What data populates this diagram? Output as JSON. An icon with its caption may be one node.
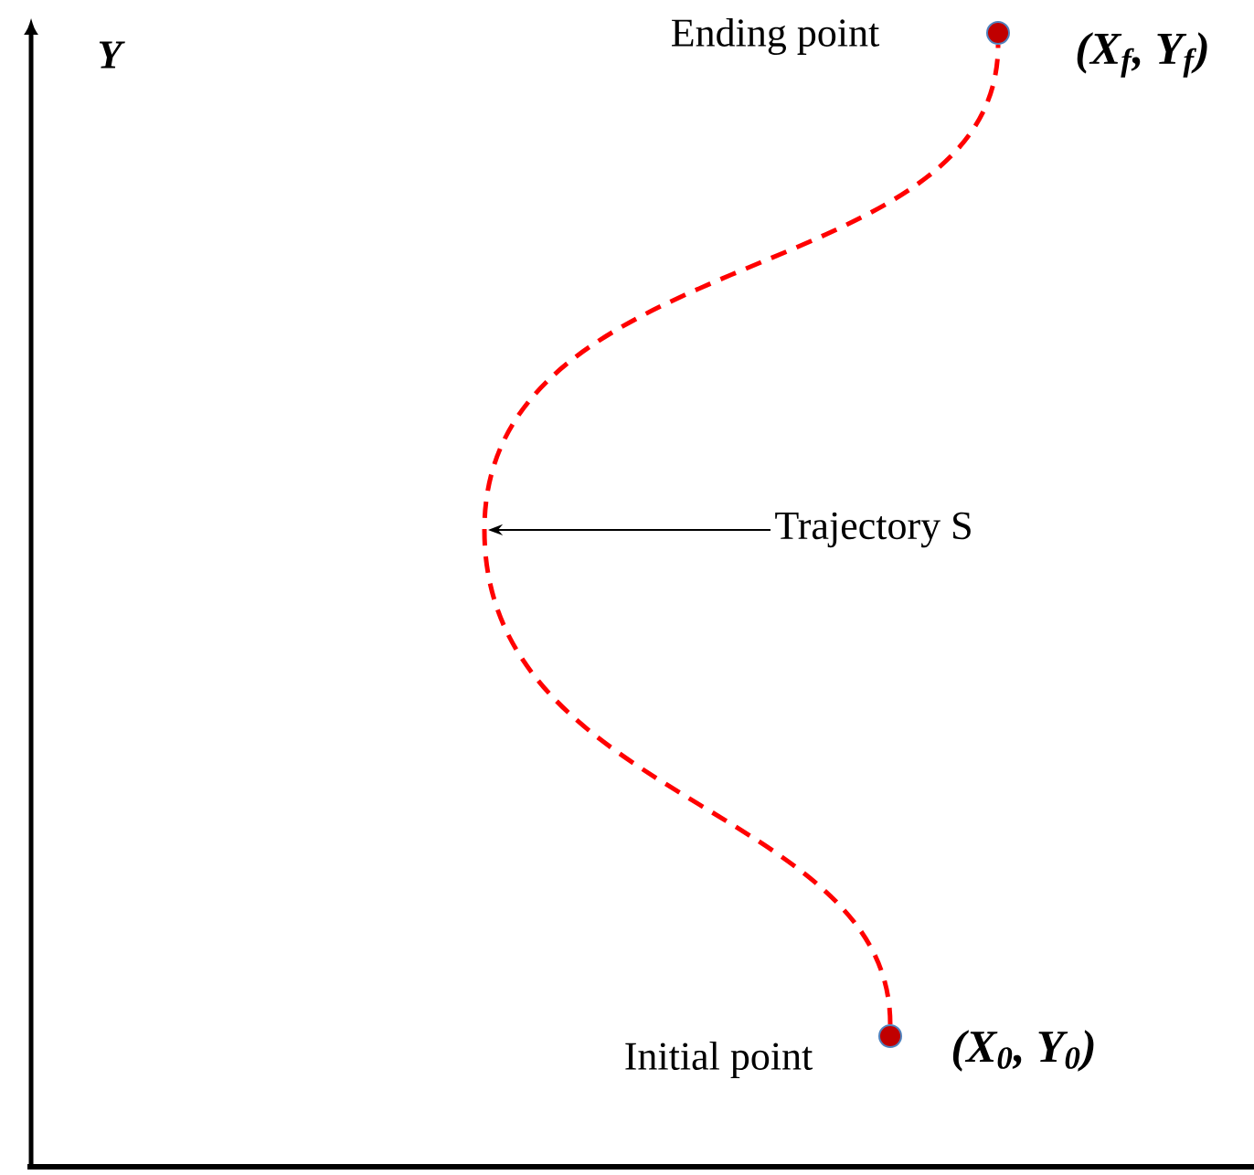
{
  "diagram": {
    "nodes": [
      {
        "text": [],
        "shape": "circle",
        "beside": [
          "Initial point",
          "(X$_{0}$, Y$_{0}$)"
        ]
      },
      {
        "text": [],
        "shape": "circle",
        "beside": [
          "Ending point",
          "(X$_{f}$, Y$_{f}$)"
        ]
      },
      {
        "text": [
          "Trajectory S"
        ]
      }
    ],
    "edges": [
      {
        "from": 0,
        "to": 1,
        "arrow": "none",
        "style": "dashed",
        "color": "#ff0000"
      },
      {
        "from": 2,
        "to": null,
        "arrow": "to",
        "color": "#000000"
      }
    ],
    "labels": [
      "Y"
    ]
  }
}
